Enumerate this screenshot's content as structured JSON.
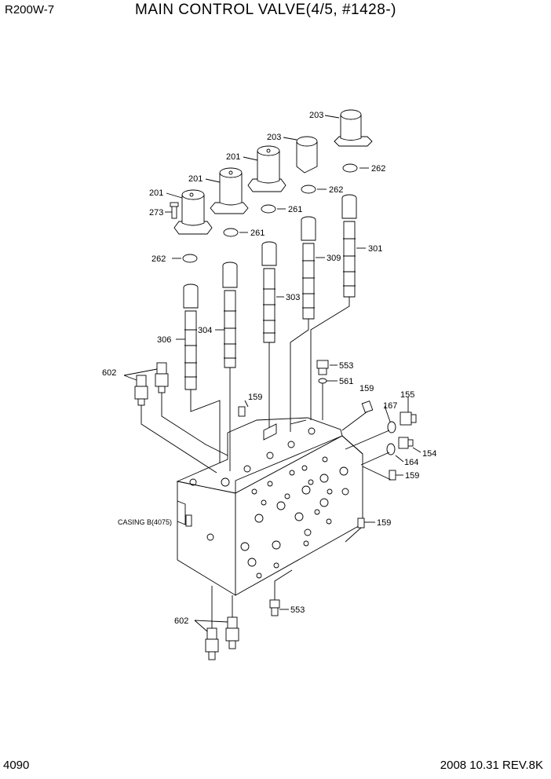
{
  "header": {
    "model": "R200W-7",
    "title": "MAIN CONTROL VALVE(4/5, #1428-)"
  },
  "footer": {
    "page": "4090",
    "revision": "2008  10.31  REV.8K"
  },
  "casing_label": "CASING B(4075)",
  "callouts": {
    "n203a": "203",
    "n203b": "203",
    "n201a": "201",
    "n201b": "201",
    "n201c": "201",
    "n262a": "262",
    "n262b": "262",
    "n262c": "262",
    "n261a": "261",
    "n261b": "261",
    "n273": "273",
    "n301": "301",
    "n309": "309",
    "n303": "303",
    "n304": "304",
    "n306": "306",
    "n553a": "553",
    "n553b": "553",
    "n561": "561",
    "n159a": "159",
    "n159b": "159",
    "n159c": "159",
    "n159d": "159",
    "n155": "155",
    "n167": "167",
    "n164": "164",
    "n154": "154",
    "n602a": "602",
    "n602b": "602"
  }
}
